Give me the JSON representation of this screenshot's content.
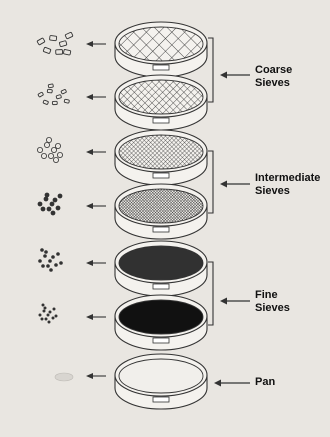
{
  "labels": {
    "coarse": [
      "Coarse",
      "Sieves"
    ],
    "intermediate": [
      "Intermediate",
      "Sieves"
    ],
    "fine": [
      "Fine",
      "Sieves"
    ],
    "pan": "Pan"
  },
  "colors": {
    "background": "#e9e6e1",
    "line": "#333333",
    "text": "#111111",
    "ring": "#f4f2ee",
    "pan_fill": "#f1efeb"
  },
  "stack": [
    {
      "name": "coarse-sieve-1",
      "mesh": "large-crosshatch",
      "particles": "large-chunks"
    },
    {
      "name": "coarse-sieve-2",
      "mesh": "medium-crosshatch",
      "particles": "medium-chunks"
    },
    {
      "name": "intermediate-sieve-1",
      "mesh": "fine-crosshatch",
      "particles": "small-pebbles"
    },
    {
      "name": "intermediate-sieve-2",
      "mesh": "very-fine-crosshatch",
      "particles": "small-dots"
    },
    {
      "name": "fine-sieve-1",
      "mesh": "dense-mesh",
      "particles": "fine-dots"
    },
    {
      "name": "fine-sieve-2",
      "mesh": "solid-mesh",
      "particles": "very-fine-dots"
    },
    {
      "name": "pan",
      "mesh": "none",
      "particles": "dust"
    }
  ]
}
